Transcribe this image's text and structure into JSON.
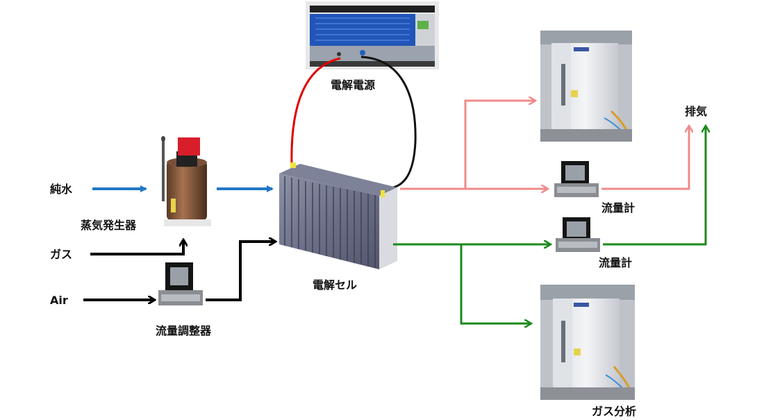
{
  "labels": {
    "pure_water": "純水",
    "steam_generator": "蒸気発生器",
    "gas": "ガス",
    "air": "Air",
    "flow_controller": "流量調整器",
    "power_supply": "電解電源",
    "electrolysis_cell": "電解セル",
    "exhaust": "排気",
    "flow_meter_1": "流量計",
    "flow_meter_2": "流量計",
    "gas_analysis": "ガス分析"
  },
  "colors": {
    "water_steam_line": "#1f77c8",
    "feed_line": "#000000",
    "pink_line": "#f08a8a",
    "green_line": "#1a8a1a",
    "positive_wire": "#e00000",
    "negative_wire": "#111111"
  }
}
